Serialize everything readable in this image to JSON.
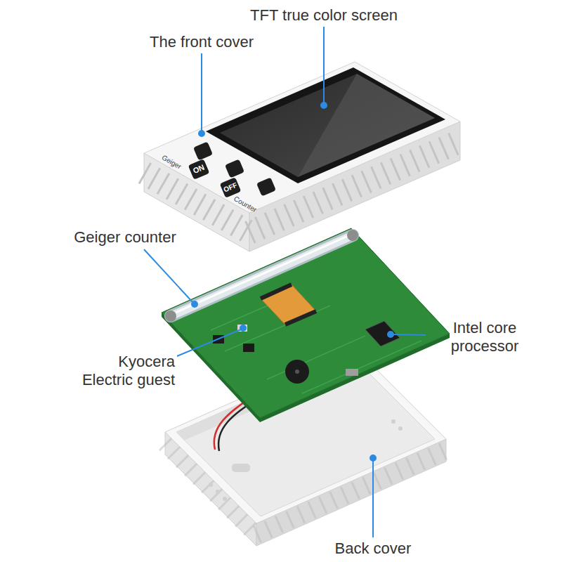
{
  "diagram": {
    "labels": [
      "TFT true color screen",
      "The front cover",
      "Geiger",
      "ON",
      "OFF",
      "Counter",
      "Geiger counter",
      "Intel core processor",
      "Kyocera Electric guest",
      "Back cover"
    ]
  }
}
